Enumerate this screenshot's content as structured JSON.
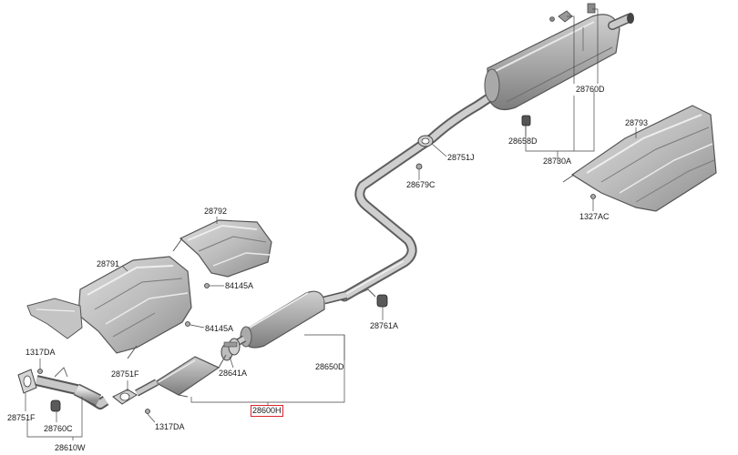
{
  "diagram": {
    "highlighted_part": "28600H",
    "callouts": {
      "c28760D_top": "28760D",
      "c28793": "28793",
      "c28658D": "28658D",
      "c28730A": "28730A",
      "c28751J": "28751J",
      "c28679C": "28679C",
      "c1327AC": "1327AC",
      "c28792": "28792",
      "c28791": "28791",
      "c84145A_1": "84145A",
      "c84145A_2": "84145A",
      "c28761A": "28761A",
      "c1317DA_1": "1317DA",
      "c28751F_1": "28751F",
      "c28641A": "28641A",
      "c28650D": "28650D",
      "c28600H": "28600H",
      "c28751F_2": "28751F",
      "c28760C": "28760C",
      "c1317DA_2": "1317DA",
      "c28610W": "28610W"
    }
  }
}
